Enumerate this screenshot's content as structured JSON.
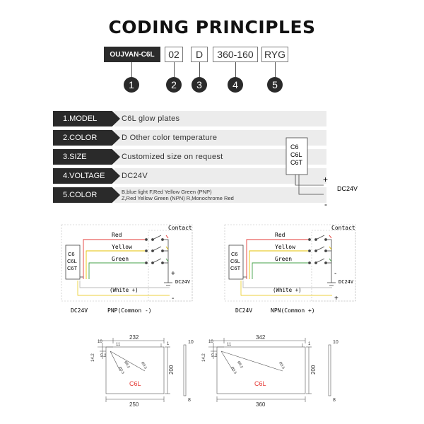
{
  "title": "CODING PRINCIPLES",
  "code": {
    "model": "OUJVAN-C6L",
    "color": "02",
    "size": "D",
    "voltage": "360-160",
    "series": "RYG"
  },
  "numbers": [
    "1",
    "2",
    "3",
    "4",
    "5"
  ],
  "specs": [
    {
      "key": "1.MODEL",
      "value": "C6L glow plates"
    },
    {
      "key": "2.COLOR",
      "value": "D Other color temperature"
    },
    {
      "key": "3.SIZE",
      "value": "Customized size on request"
    },
    {
      "key": "4.VOLTAGE",
      "value": "DC24V"
    },
    {
      "key": "5.COLOR",
      "value": "B,blue light  F,Red Yellow Green (PNP)",
      "value2": "Z,Red Yellow Green (NPN) R,Monochrome Red"
    }
  ],
  "device_labels": [
    "C6",
    "C6L",
    "C6T"
  ],
  "side_wiring": {
    "plus": "+",
    "minus": "-",
    "voltage": "DC24V"
  },
  "pnp": {
    "wires": [
      "Red",
      "Yellow",
      "Green"
    ],
    "contact": "Contact",
    "white": "(White +)",
    "dc": "DC24V",
    "plus": "+",
    "minus": "-",
    "caption_left": "DC24V",
    "caption_right": "PNP(Common -)"
  },
  "npn": {
    "wires": [
      "Red",
      "Yellow",
      "Green"
    ],
    "contact": "Contact",
    "white": "(White +)",
    "dc": "DC24V",
    "plus": "+",
    "minus": "-",
    "caption_left": "DC24V",
    "caption_right": "NPN(Common +)"
  },
  "wire_colors": {
    "red": "#e53935",
    "yellow": "#e6c200",
    "green": "#43a047",
    "white": "#bbbbbb"
  },
  "dims_left": {
    "label": "C6L",
    "top": "232",
    "bottom": "250",
    "height": "200",
    "d1": "10",
    "d2": "11",
    "d3": "5.2",
    "d4": "14.2",
    "d5": "Ø3.5",
    "d6": "Ø6.5",
    "d7": "Ø3.5",
    "side_top": "10",
    "side_bottom": "8",
    "edge": "1"
  },
  "dims_right": {
    "label": "C6L",
    "top": "342",
    "bottom": "360",
    "height": "200",
    "d1": "10",
    "d2": "11",
    "d3": "5.2",
    "d4": "14.2",
    "d5": "Ø3.5",
    "d6": "Ø6.5",
    "d7": "Ø3.5",
    "side_top": "10",
    "side_bottom": "8",
    "edge": "1"
  }
}
